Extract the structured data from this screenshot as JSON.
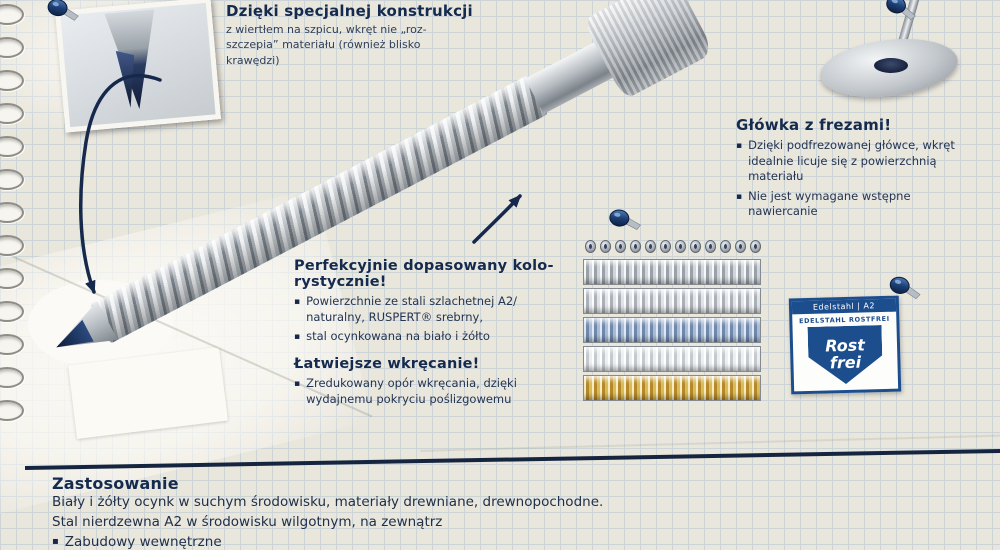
{
  "page": {
    "bg": "#e9e6dc",
    "accent": "#16365f"
  },
  "sections": {
    "construction": {
      "heading": "Dzięki specjalnej konstrukcji",
      "body": "z wiertłem na szpicu, wkręt nie „roz-szczepia” materiału (również blisko krawędzi)"
    },
    "headSection": {
      "heading": "Główka z frezami!",
      "bullets": [
        "Dzięki podfrezowanej główce, wkręt idealnie licuje się z powierzchnią materiału",
        "Nie jest wymagane wstępne nawiercanie"
      ]
    },
    "color": {
      "heading": "Perfekcyjnie dopasowany kolo-\nrystycznie!",
      "bullets": [
        "Powierzchnie ze stali szlachetnej A2/ naturalny, RUSPERT® srebrny,",
        "stal ocynkowana na biało i żółto"
      ]
    },
    "driving": {
      "heading": "Łatwiejsze wkręcanie!",
      "bullets": [
        "Zredukowany opór wkręcania, dzięki wydajnemu pokryciu poślizgowemu"
      ]
    },
    "application": {
      "heading": "Zastosowanie",
      "lines": [
        "Biały i żółty ocynk w suchym środowisku, materiały drewniane, drewnopochodne.",
        "Stal nierdzewna A2 w środowisku wilgotnym, na zewnątrz"
      ],
      "bullets": [
        "Zabudowy wewnętrzne"
      ]
    }
  },
  "badge": {
    "top": "Edelstahl | A2",
    "arc": "EDELSTAHL ROSTFREI",
    "word1": "Rost",
    "word2": "frei"
  }
}
